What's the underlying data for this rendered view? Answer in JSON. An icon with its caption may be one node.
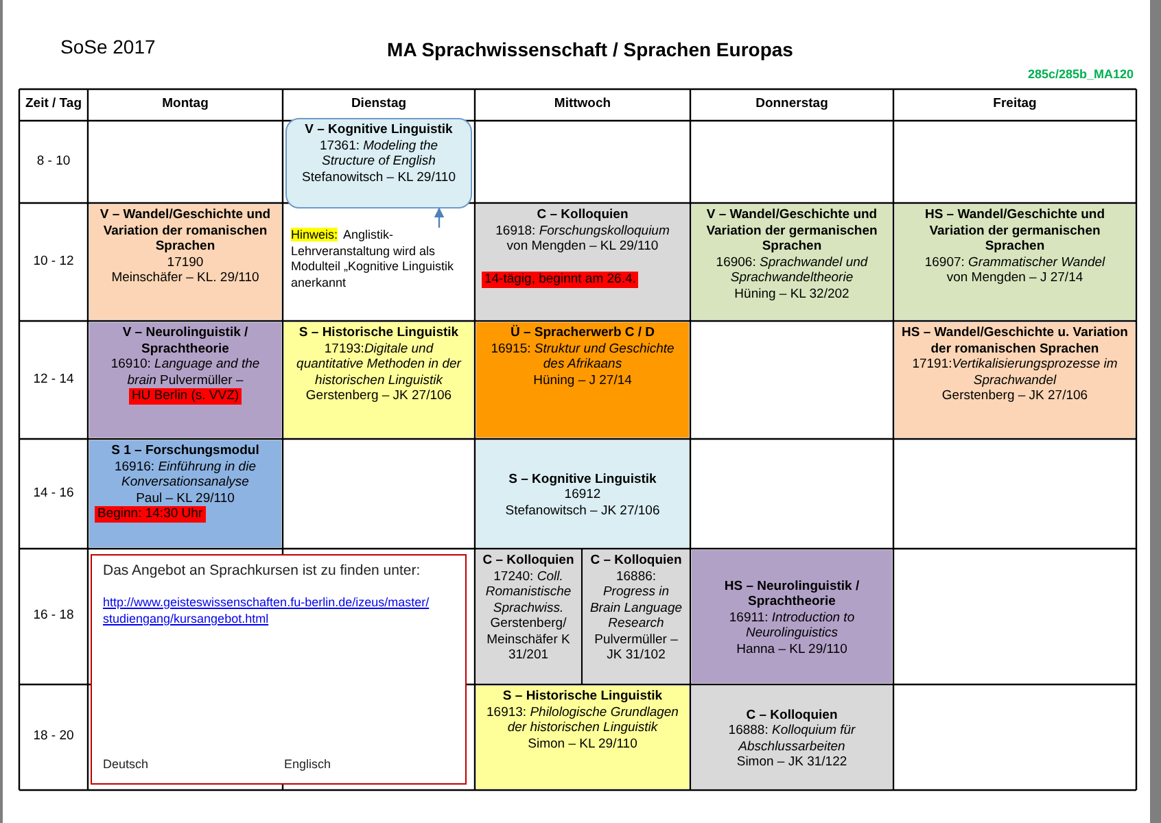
{
  "diagram": {
    "title": "MA Sprachwissenschaft / Sprachen Europas",
    "nodes": [
      {
        "text": [
          "V – Kognitive Linguistik",
          "17361: *Modeling the Structure of English*",
          "Stefanowitsch – KL 29/110"
        ]
      },
      {
        "text": [
          "V – Wandel/Geschichte  und Variation der romanischen Sprachen",
          "17190",
          "Meinschäfer – KL. 29/110"
        ]
      },
      {
        "text": [
          "Hinweis:",
          "Anglistik-Lehrveranstaltung wird als Modulteil „Kognitive Linguistik anerkannt"
        ]
      },
      {
        "text": [
          "C – Kolloquien",
          "16918: *Forschungskolloquium*",
          "von Mengden – KL 29/110"
        ]
      },
      {
        "text": [
          "14-tägig, beginnt am 26.4."
        ],
        "in": 3
      },
      {
        "text": [
          "V – Wandel/Geschichte und Variation der germanischen Sprachen",
          "16906: *Sprachwandel und Sprachwandeltheorie*",
          "Hüning – KL 32/202"
        ]
      },
      {
        "text": [
          "HS – Wandel/Geschichte und Variation der germanischen Sprachen",
          "16907: *Grammatischer Wandel*",
          "von Mengden – J 27/14"
        ]
      },
      {
        "text": [
          "V – Neurolinguistik / Sprachtheorie",
          "16910: *Language and the brain* Pulvermüller –"
        ]
      },
      {
        "text": [
          "HU Berlin (s. VVZ)"
        ],
        "in": 7
      },
      {
        "text": [
          "S – Historische Linguistik",
          "17193:*Digitale und quantitative Methoden in der historischen Linguistik*",
          "Gerstenberg – JK 27/106"
        ]
      },
      {
        "text": [
          "Ü – Spracherwerb C / D",
          "16915: *Struktur und Geschichte des Afrikaans*",
          "Hüning – J 27/14"
        ]
      },
      {
        "text": [
          "HS – Wandel/Geschichte u. Variation der romanischen Sprachen",
          "17191:*Vertikalisierungsprozesse im Sprachwandel*",
          "Gerstenberg – JK 27/106"
        ]
      },
      {
        "text": [
          "S 1 – Forschungsmodul",
          "16916: *Einführung in die Konversationsanalyse*",
          "Paul – KL 29/110"
        ]
      },
      {
        "text": [
          "Beginn: 14:30 Uhr"
        ],
        "in": 12
      },
      {
        "text": [
          "S – Kognitive Linguistik",
          "16912",
          "Stefanowitsch – JK 27/106"
        ]
      },
      {
        "text": [
          "Das Angebot an Sprachkursen ist zu finden unter:",
          "http://www.geisteswissenschaften.fu-berlin.de/izeus/master/studiengang/kursangebot.html",
          "Deutsch",
          "Englisch"
        ]
      },
      {
        "text": [
          "C – Kolloquien",
          "17240: *Coll. Romanistische Sprachwiss.*",
          "Gerstenberg/ Meinschäfer K 31/201"
        ]
      },
      {
        "text": [
          "C – Kolloquien",
          "16886: *Progress in Brain Language Research*",
          "Pulvermüller – JK 31/102"
        ]
      },
      {
        "text": [
          "HS – Neurolinguistik / Sprachtheorie",
          "16911: *Introduction to Neurolinguistics*",
          "Hanna – KL 29/110"
        ]
      },
      {
        "text": [
          "S – Historische Linguistik",
          "16913: *Philologische Grundlagen der historischen Linguistik*",
          "Simon  – KL 29/110"
        ]
      },
      {
        "text": [
          "C – Kolloquien",
          "16888: *Kolloquium für Abschlussarbeiten*",
          "Simon  – JK 31/122"
        ]
      }
    ],
    "edges": [
      {
        "from": 2,
        "to": 0,
        "arrow": "to"
      }
    ],
    "labels": [
      "SoSe 2017",
      "285c/285b_MA120",
      "Zeit / Tag",
      "Montag",
      "Dienstag",
      "Mittwoch",
      "Donnerstag",
      "Freitag",
      "8 - 10",
      "10 - 12",
      "12 - 14",
      "14 - 16",
      "16 - 18",
      "18 - 20"
    ]
  }
}
